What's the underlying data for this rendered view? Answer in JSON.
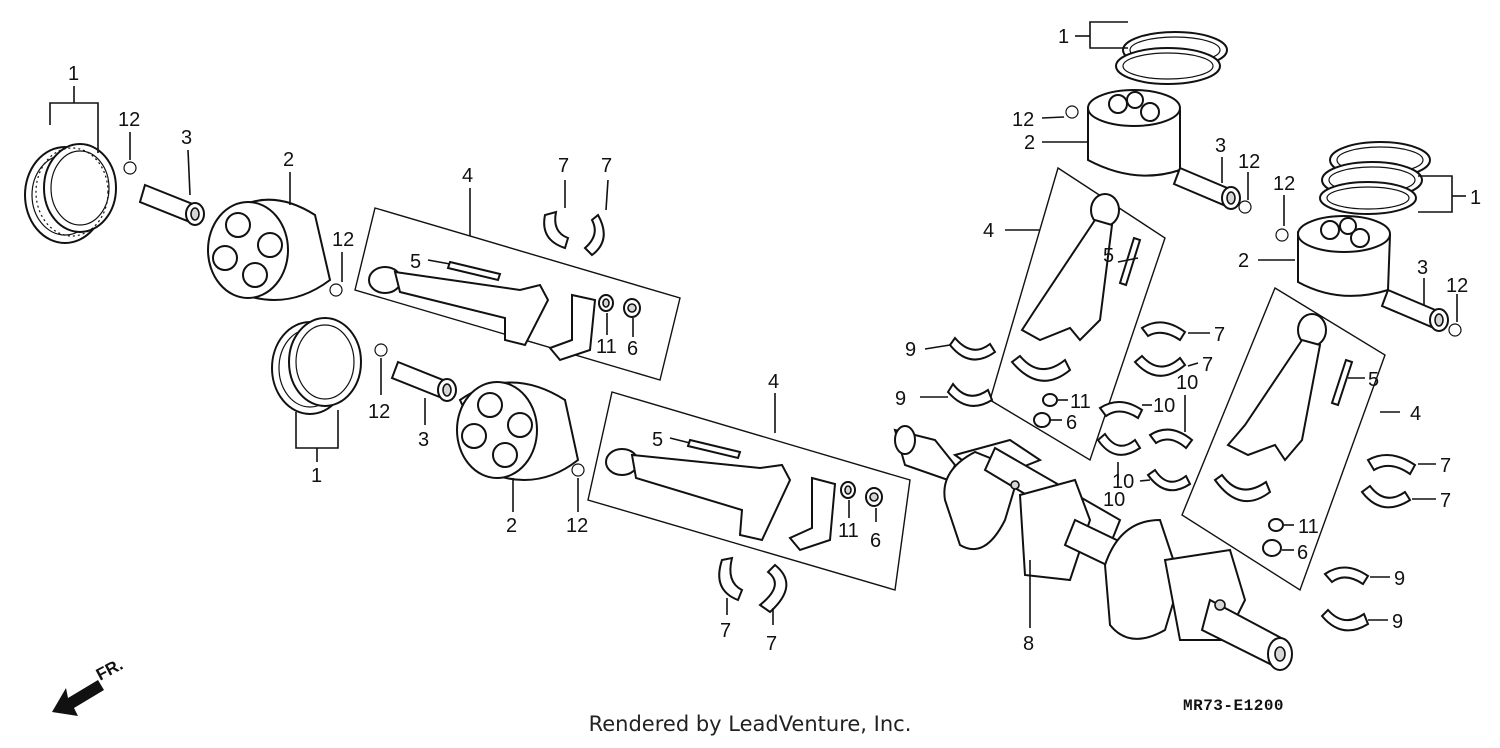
{
  "diagram": {
    "reference_code": "MR73-E1200",
    "footer_text": "Rendered by LeadVenture, Inc.",
    "front_label": "FR.",
    "callouts": {
      "c1a": "1",
      "c1b": "1",
      "c1c": "1",
      "c1d": "1",
      "c2a": "2",
      "c2b": "2",
      "c2c": "2",
      "c2d": "2",
      "c3a": "3",
      "c3b": "3",
      "c3c": "3",
      "c3d": "3",
      "c4a": "4",
      "c4b": "4",
      "c4c": "4",
      "c4d": "4",
      "c5a": "5",
      "c5b": "5",
      "c5c": "5",
      "c5d": "5",
      "c6a": "6",
      "c6b": "6",
      "c6c": "6",
      "c6d": "6",
      "c7a": "7",
      "c7b": "7",
      "c7c": "7",
      "c7d": "7",
      "c7e": "7",
      "c7f": "7",
      "c7g": "7",
      "c7h": "7",
      "c8": "8",
      "c9a": "9",
      "c9b": "9",
      "c9c": "9",
      "c9d": "9",
      "c10a": "10",
      "c10b": "10",
      "c10c": "10",
      "c10d": "10",
      "c11a": "11",
      "c11b": "11",
      "c11c": "11",
      "c11d": "11",
      "c12a": "12",
      "c12b": "12",
      "c12c": "12",
      "c12d": "12",
      "c12e": "12",
      "c12f": "12",
      "c12g": "12",
      "c12h": "12"
    }
  }
}
